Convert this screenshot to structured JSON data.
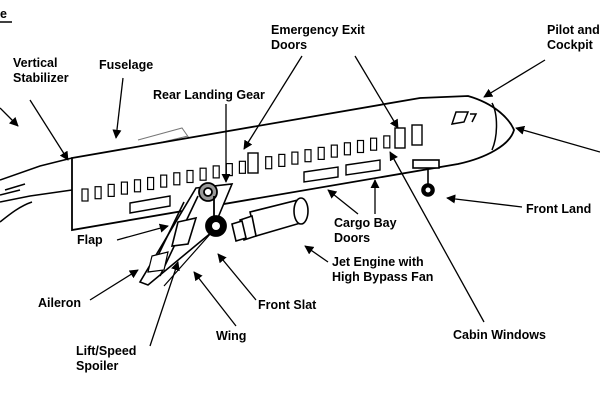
{
  "diagram": {
    "corner_fragment": "e",
    "labels": {
      "vertical_stabilizer": "Vertical\nStabilizer",
      "fuselage": "Fuselage",
      "emergency_exit_doors": "Emergency Exit\nDoors",
      "pilot_cockpit": "Pilot and\nCockpit",
      "rear_landing_gear": "Rear Landing Gear",
      "front_landing": "Front Land",
      "cargo_bay_doors": "Cargo Bay\nDoors",
      "jet_engine": "Jet Engine with\nHigh Bypass Fan",
      "flap": "Flap",
      "aileron": "Aileron",
      "front_slat": "Front Slat",
      "wing": "Wing",
      "lift_speed_spoiler": "Lift/Speed\nSpoiler",
      "cabin_windows": "Cabin Windows"
    },
    "colors": {
      "line": "#000000",
      "background": "#ffffff",
      "light_line": "#777777"
    }
  }
}
